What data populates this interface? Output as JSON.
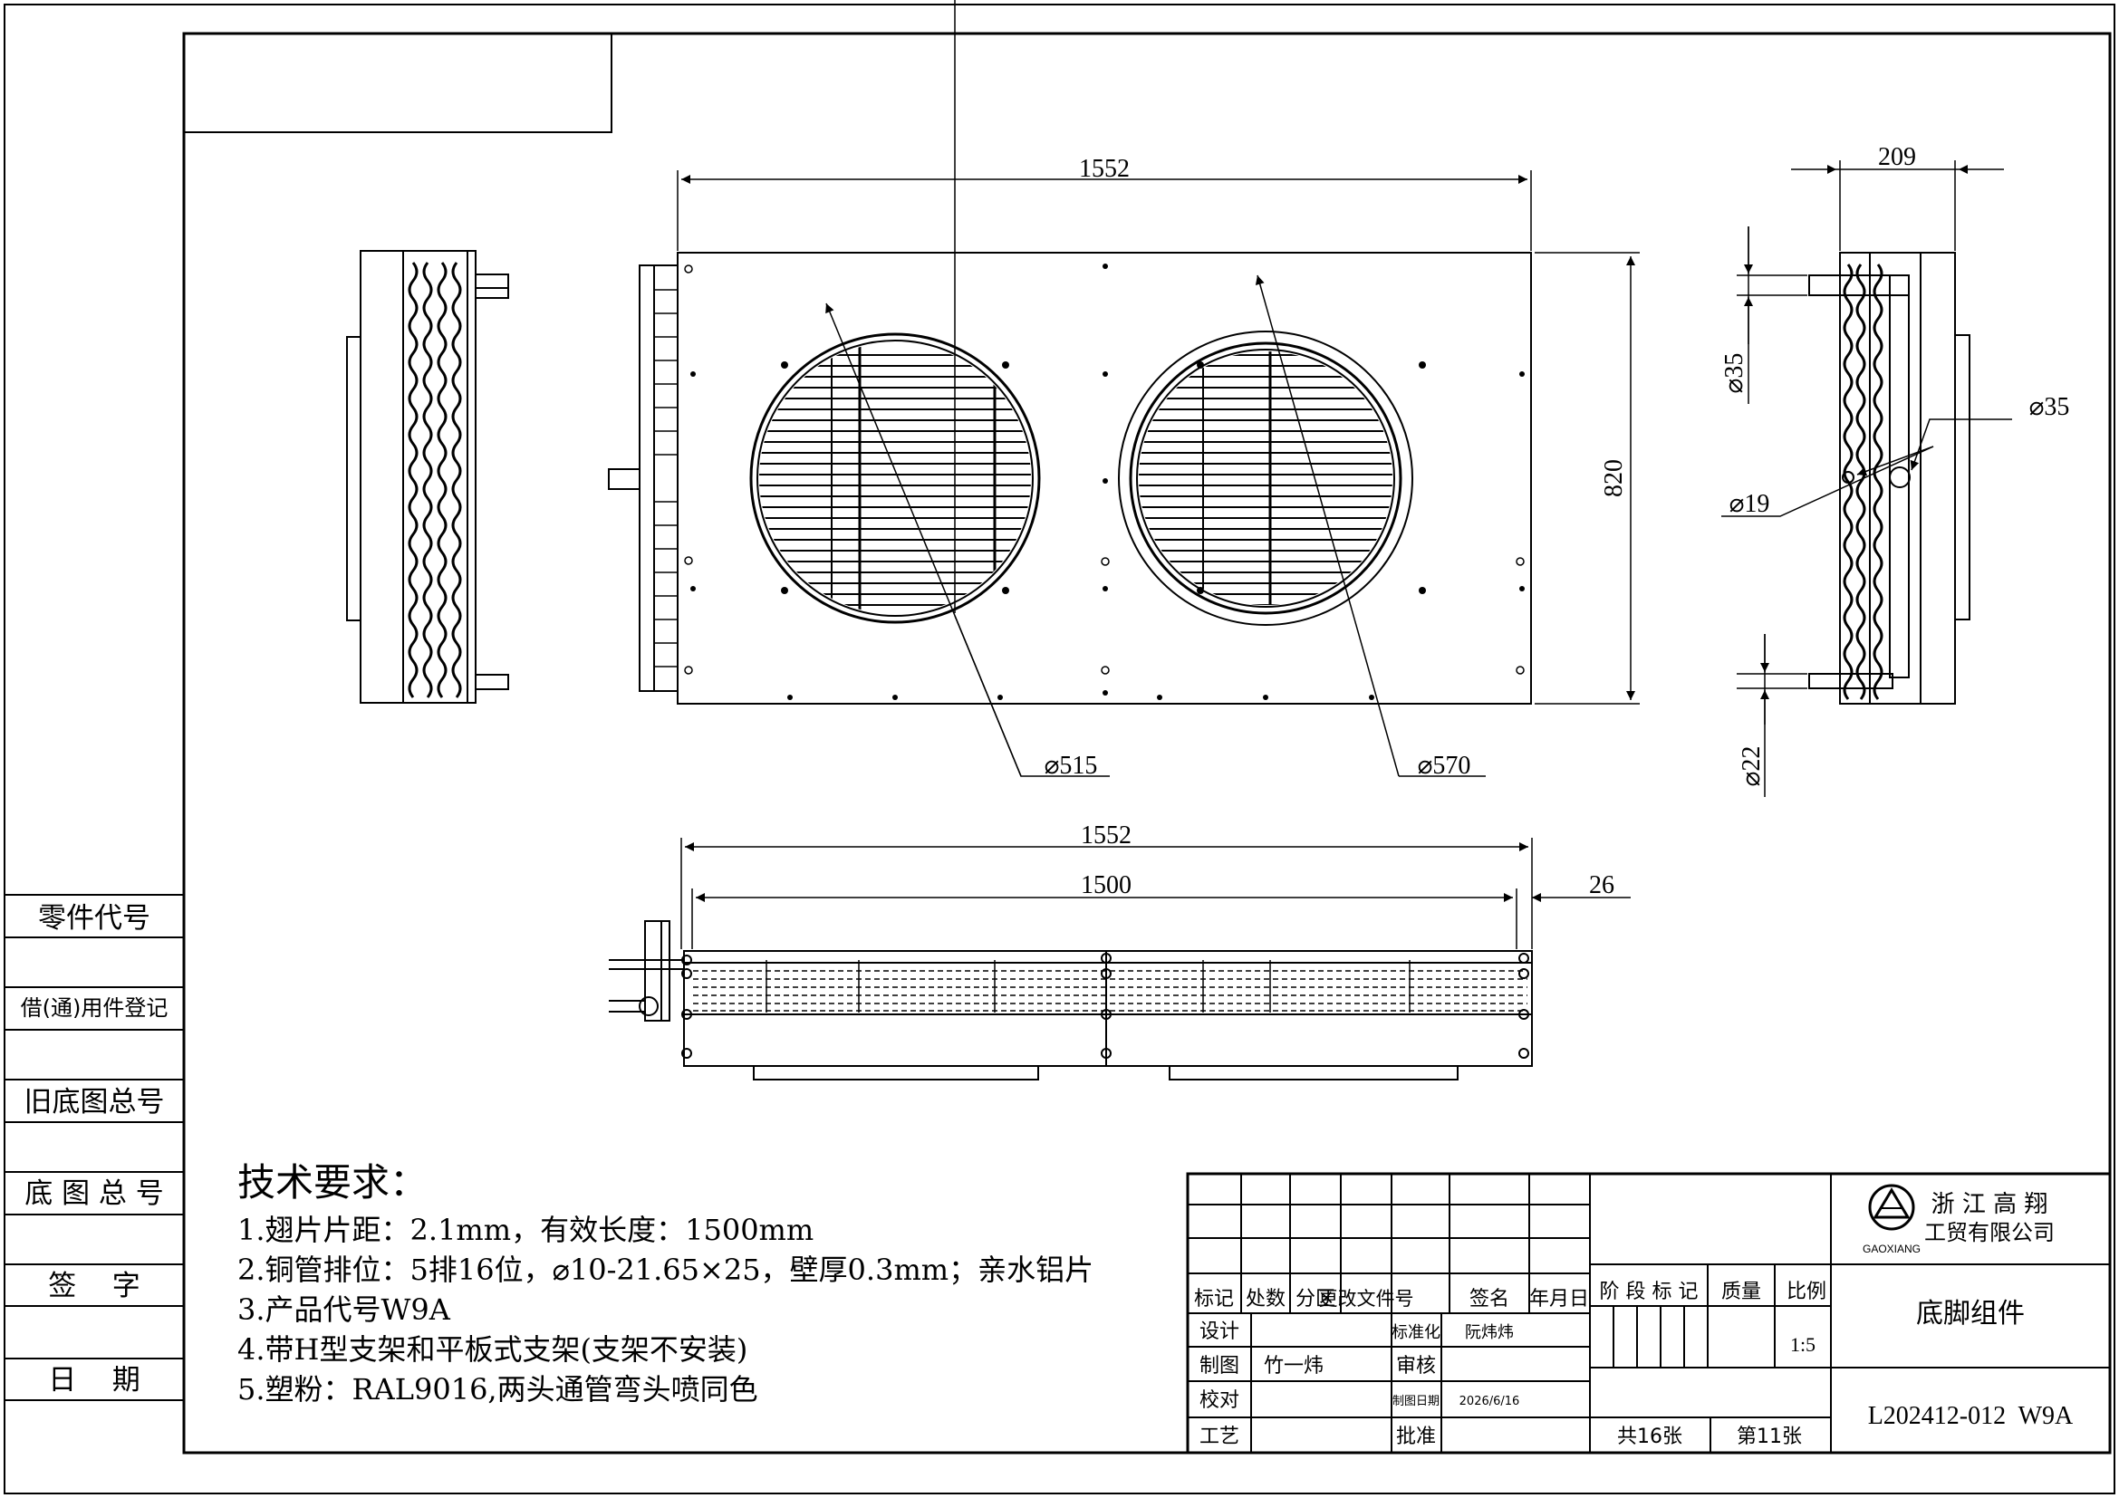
{
  "side_labels": [
    "零件代号",
    "借(通)用件登记",
    "旧底图总号",
    "底 图 总 号",
    "签    字",
    "日    期"
  ],
  "dimensions": {
    "front_width": "1552",
    "front_height": "820",
    "fan_small_diameter": "⌀515",
    "fan_large_diameter": "⌀570",
    "side_depth": "209",
    "pipe_top": "⌀35",
    "pipe_right": "⌀35",
    "pipe_small": "⌀19",
    "pipe_bottom": "⌀22",
    "bottom_total": "1552",
    "bottom_effective": "1500",
    "bottom_offset": "26"
  },
  "tech_requirements": {
    "heading": "技术要求：",
    "items": [
      "1.翅片片距：2.1mm，有效长度：1500mm",
      "2.铜管排位：5排16位，⌀10-21.65×25，壁厚0.3mm；亲水铝片",
      "3.产品代号W9A",
      "4.带H型支架和平板式支架(支架不安装)",
      "5.塑粉：RAL9016,两头通管弯头喷同色"
    ]
  },
  "title_block": {
    "headers": [
      "标记",
      "处数",
      "分区",
      "更改文件号",
      "签名",
      "年月日"
    ],
    "design": "设计",
    "standard": "标准化",
    "standard_name": "阮炜炜",
    "drawn": "制图",
    "drawn_name": "竹一炜",
    "review": "审核",
    "check": "校对",
    "draw_date_label": "制图日期",
    "draw_date": "2026/6/16",
    "process": "工艺",
    "approve": "批准",
    "stage_label": "阶 段 标 记",
    "mass_label": "质量",
    "scale_label": "比例",
    "scale": "1:5",
    "total_sheets": "共16张",
    "sheet_no": "第11张",
    "company_line1": "浙 江 高 翔",
    "company_line2": "工贸有限公司",
    "logo_text": "GAOXIANG",
    "part_name": "底脚组件",
    "drawing_no": "L202412-012  W9A"
  }
}
